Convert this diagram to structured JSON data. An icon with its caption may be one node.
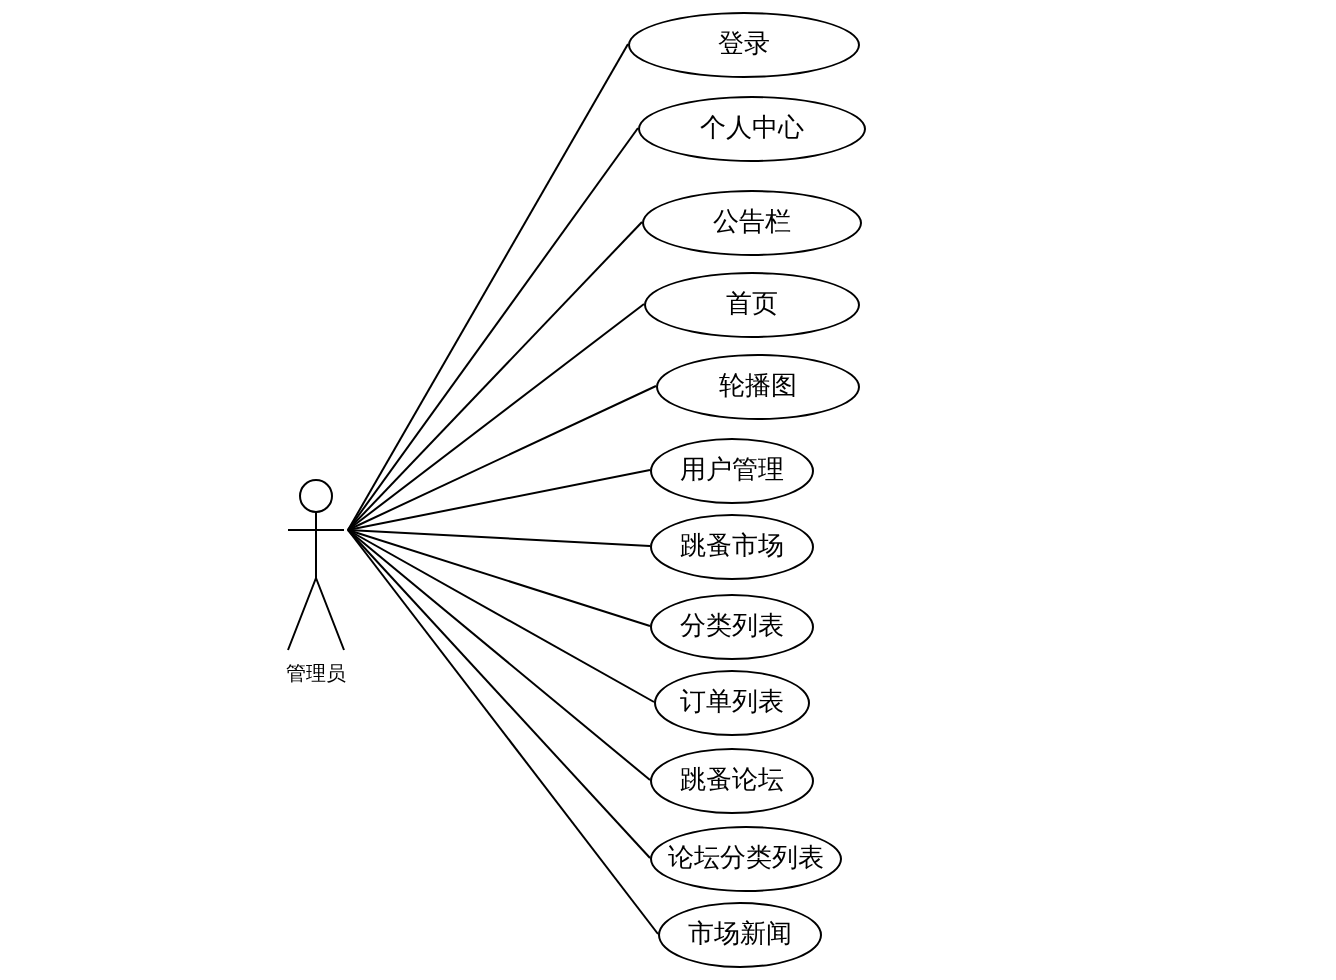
{
  "diagram": {
    "nodes": [
      {
        "text": [
          "管理员"
        ]
      },
      {
        "text": [
          "登录"
        ]
      },
      {
        "text": [
          "个人中心"
        ]
      },
      {
        "text": [
          "公告栏"
        ]
      },
      {
        "text": [
          "首页"
        ]
      },
      {
        "text": [
          "轮播图"
        ]
      },
      {
        "text": [
          "用户管理"
        ]
      },
      {
        "text": [
          "跳蚤市场"
        ]
      },
      {
        "text": [
          "分类列表"
        ]
      },
      {
        "text": [
          "订单列表"
        ]
      },
      {
        "text": [
          "跳蚤论坛"
        ]
      },
      {
        "text": [
          "论坛分类列表"
        ]
      },
      {
        "text": [
          "市场新闻"
        ]
      }
    ],
    "edges": [
      {
        "from": 0,
        "to": 1,
        "arrow": "none"
      },
      {
        "from": 0,
        "to": 2,
        "arrow": "none"
      },
      {
        "from": 0,
        "to": 3,
        "arrow": "none"
      },
      {
        "from": 0,
        "to": 4,
        "arrow": "none"
      },
      {
        "from": 0,
        "to": 5,
        "arrow": "none"
      },
      {
        "from": 0,
        "to": 6,
        "arrow": "none"
      },
      {
        "from": 0,
        "to": 7,
        "arrow": "none"
      },
      {
        "from": 0,
        "to": 8,
        "arrow": "none"
      },
      {
        "from": 0,
        "to": 9,
        "arrow": "none"
      },
      {
        "from": 0,
        "to": 10,
        "arrow": "none"
      },
      {
        "from": 0,
        "to": 11,
        "arrow": "none"
      },
      {
        "from": 0,
        "to": 12,
        "arrow": "none"
      }
    ]
  }
}
